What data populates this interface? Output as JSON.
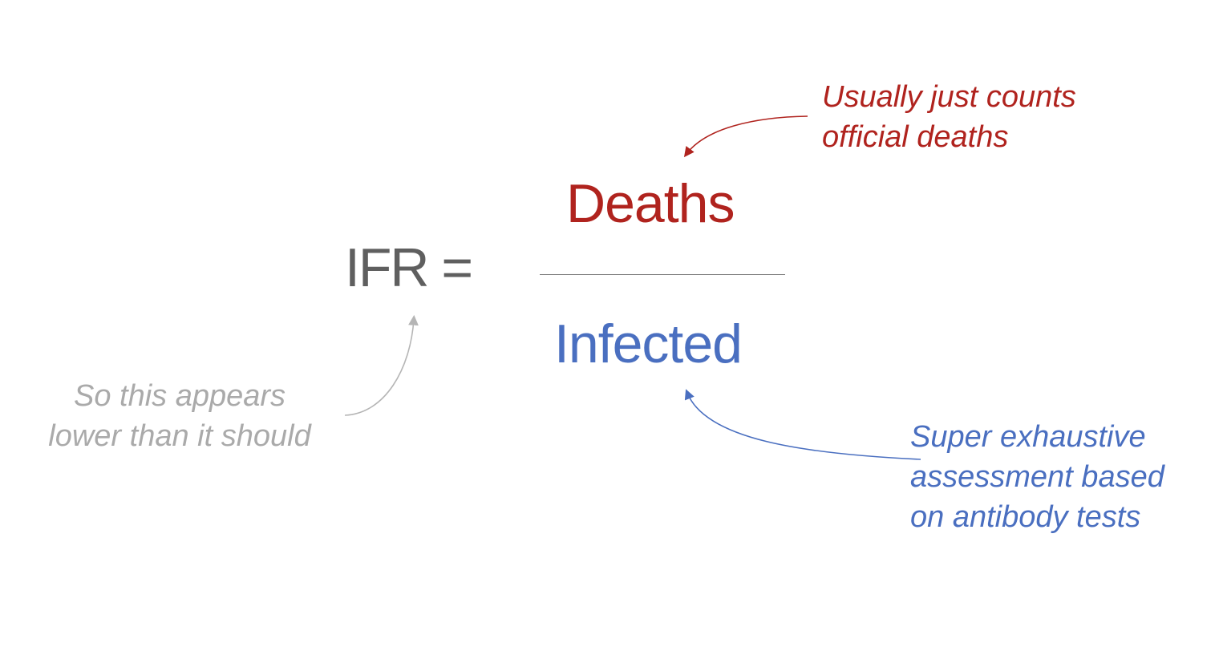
{
  "formula": {
    "lhs": "IFR =",
    "numerator": "Deaths",
    "denominator": "Infected"
  },
  "annotations": {
    "deaths_note": {
      "lines": [
        "Usually just counts",
        "official deaths"
      ]
    },
    "infected_note": {
      "lines": [
        "Super exhaustive",
        "assessment based",
        "on antibody tests"
      ]
    },
    "ifr_note": {
      "lines": [
        "So this appears",
        "lower than it should"
      ]
    }
  },
  "colors": {
    "neutral_text": "#5f5f5f",
    "deaths_red": "#b0231e",
    "infected_blue": "#4a6fc0",
    "note_gray": "#aaaaaa",
    "fraction_bar": "#7a7a7a"
  }
}
